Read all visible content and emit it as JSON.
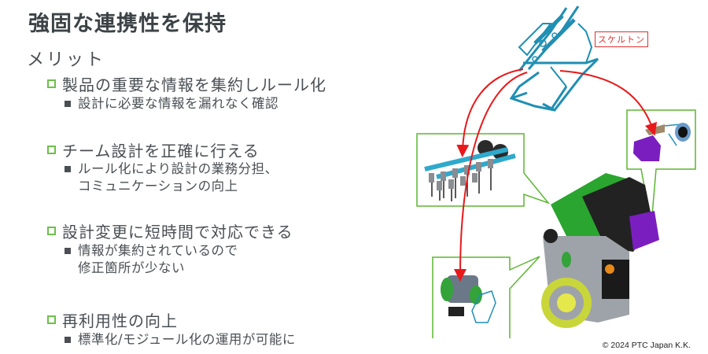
{
  "slide": {
    "title": "強固な連携性を保持",
    "heading": "メリット",
    "sections": [
      {
        "label": "製品の重要な情報を集約しルール化",
        "details": [
          "設計に必要な情報を漏れなく確認"
        ]
      },
      {
        "label": "チーム設計を正確に行える",
        "details": [
          "ルール化により設計の業務分担、\nコミュニケーションの向上"
        ]
      },
      {
        "label": "設計変更に短時間で対応できる",
        "details": [
          "情報が集約されているので\n修正箇所が少ない"
        ]
      },
      {
        "label": "再利用性の向上",
        "details": [
          "標準化/モジュール化の運用が可能に"
        ]
      }
    ],
    "diagram": {
      "skeleton_label": "スケルトン",
      "components": [
        "skeleton-frame",
        "camshaft-assembly",
        "alternator-assembly",
        "starter-assembly",
        "engine-assembly"
      ],
      "colors": {
        "skeleton": "#1f8fb3",
        "arrow": "#e8191b",
        "callout_border": "#5bb531",
        "bullet_box": "#6cc04a"
      }
    },
    "copyright": "© 2024 PTC Japan K.K."
  }
}
